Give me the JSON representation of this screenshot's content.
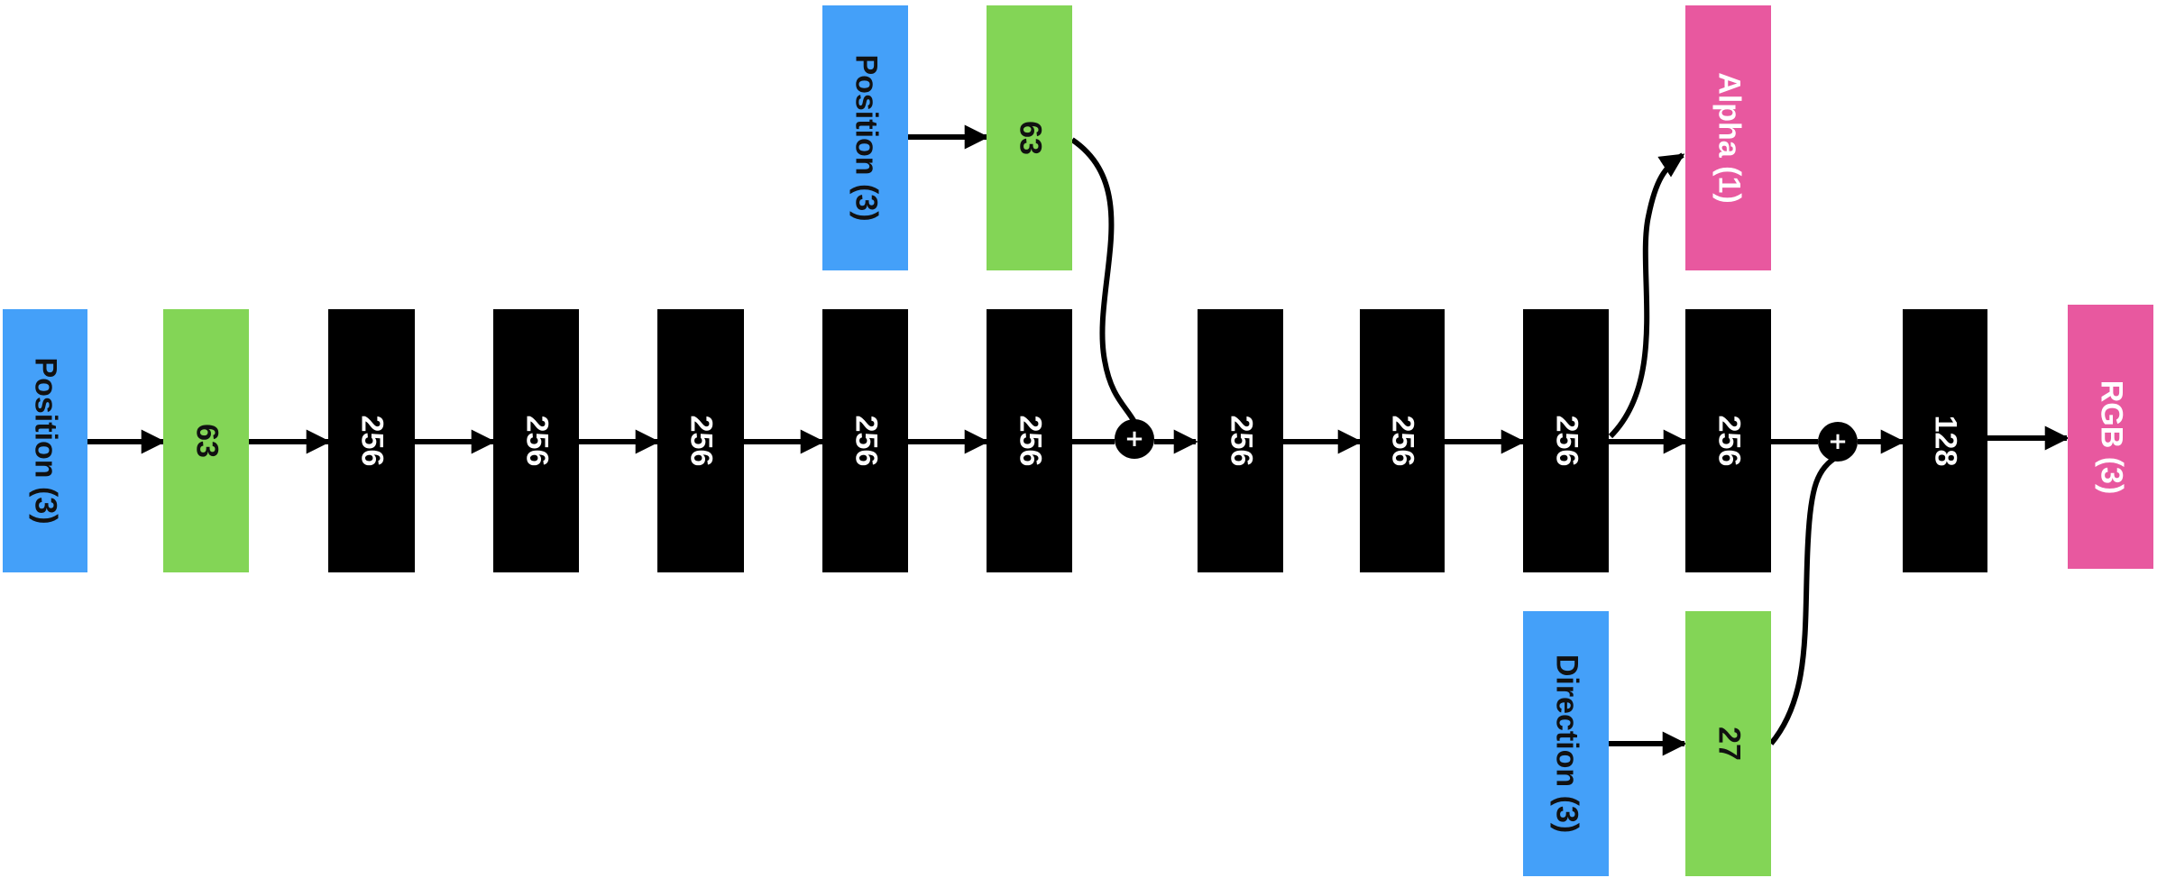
{
  "diagram": {
    "main_row": {
      "position_input": "Position (3)",
      "position_encoding": "63",
      "layer_1": "256",
      "layer_2": "256",
      "layer_3": "256",
      "layer_4": "256",
      "layer_5": "256",
      "layer_6": "256",
      "layer_7": "256",
      "layer_8": "256",
      "layer_9": "256",
      "layer_10": "128",
      "rgb_output": "RGB (3)"
    },
    "skip_branch": {
      "position_input": "Position (3)",
      "position_encoding": "63",
      "merge_symbol": "+"
    },
    "alpha_output": "Alpha (1)",
    "direction_branch": {
      "direction_input": "Direction (3)",
      "direction_encoding": "27",
      "merge_symbol": "+"
    },
    "colors": {
      "input": "#44a0f9",
      "encoding": "#83d556",
      "hidden_layer": "#000000",
      "output": "#e8589f"
    }
  }
}
